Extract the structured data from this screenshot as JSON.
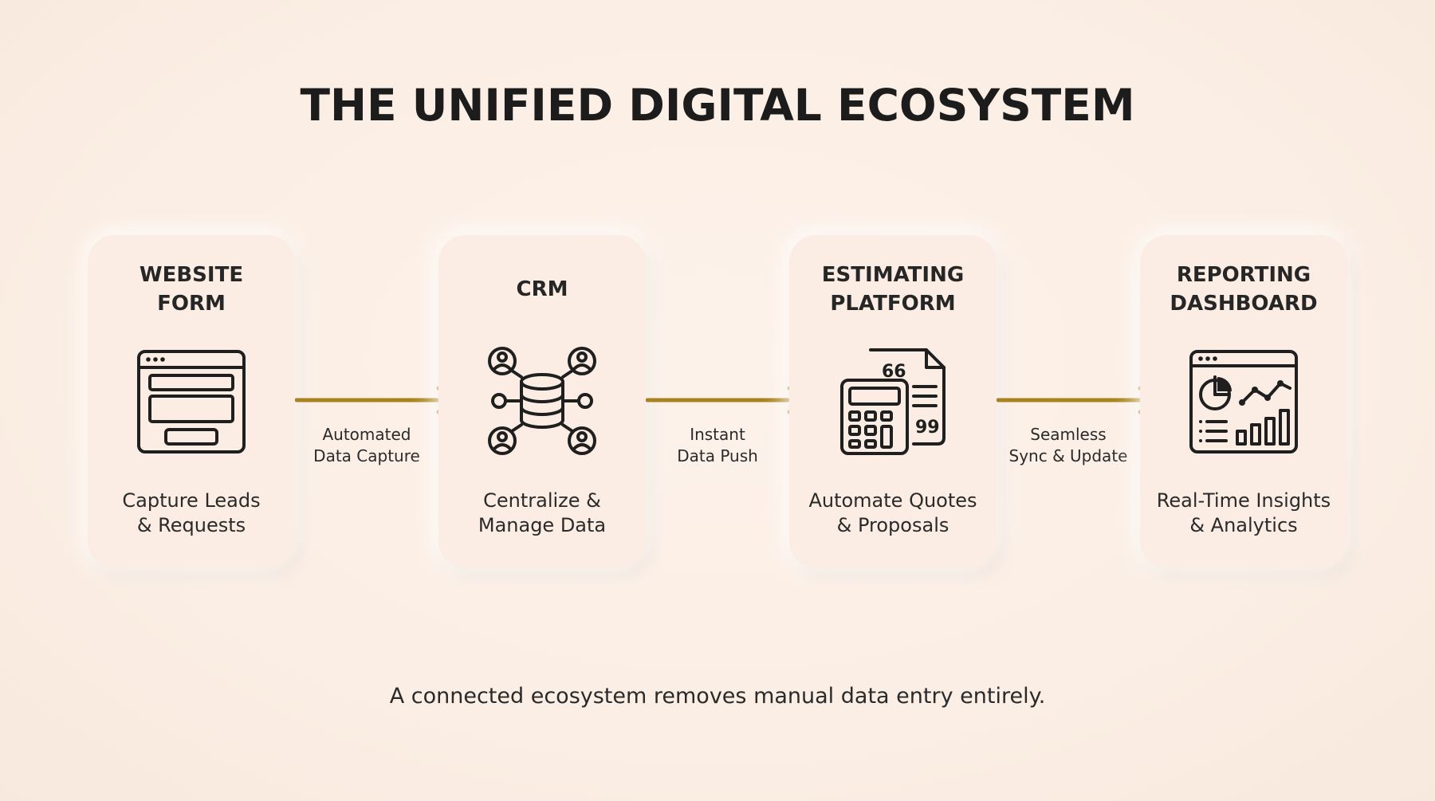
{
  "title": "THE UNIFIED DIGITAL ECOSYSTEM",
  "steps": [
    {
      "title": "WEBSITE\nFORM",
      "icon": "web-form-icon",
      "description": "Capture Leads\n& Requests"
    },
    {
      "title": "CRM",
      "icon": "database-network-icon",
      "description": "Centralize &\nManage Data"
    },
    {
      "title": "ESTIMATING\nPLATFORM",
      "icon": "calculator-quote-icon",
      "description": "Automate Quotes\n& Proposals"
    },
    {
      "title": "REPORTING\nDASHBOARD",
      "icon": "analytics-dashboard-icon",
      "description": "Real-Time Insights\n& Analytics"
    }
  ],
  "connectors": [
    {
      "label": "Automated\nData Capture"
    },
    {
      "label": "Instant\nData Push"
    },
    {
      "label": "Seamless\nSync & Update"
    }
  ],
  "caption": "A connected ecosystem removes manual data entry entirely.",
  "colors": {
    "background": "#fbeee4",
    "card": "#fbede3",
    "arrow": "#a8821e",
    "text": "#1f1f1f"
  }
}
